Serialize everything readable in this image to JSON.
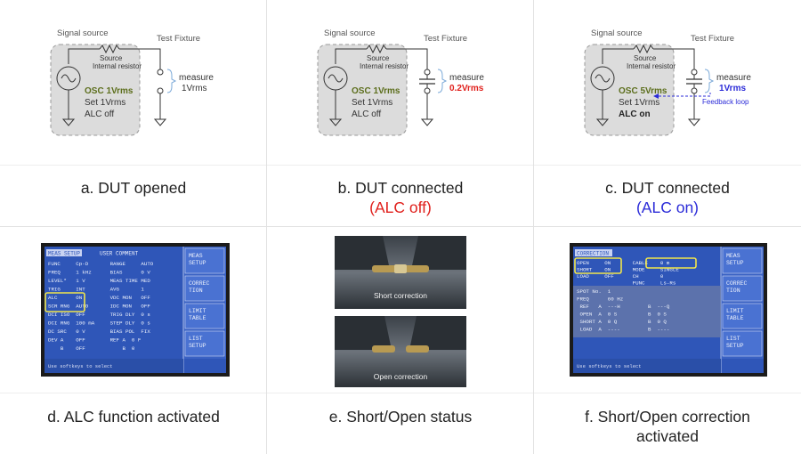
{
  "panels": {
    "a": {
      "caption": "a. DUT opened",
      "signal_source": "Signal source",
      "test_fixture": "Test Fixture",
      "source_label": "Source",
      "internal_resistor": "Internal resistor",
      "osc": "OSC 1Vrms",
      "set": "Set 1Vrms",
      "alc": "ALC off",
      "measure": "measure",
      "measure_value": "1Vrms"
    },
    "b": {
      "caption": "b. DUT connected",
      "caption_sub": "(ALC off)",
      "signal_source": "Signal source",
      "test_fixture": "Test Fixture",
      "source_label": "Source",
      "internal_resistor": "Internal resistor",
      "osc": "OSC 1Vrms",
      "set": "Set 1Vrms",
      "alc": "ALC off",
      "measure": "measure",
      "measure_value": "0.2Vrms"
    },
    "c": {
      "caption": "c. DUT connected",
      "caption_sub": "(ALC on)",
      "signal_source": "Signal source",
      "test_fixture": "Test Fixture",
      "source_label": "Source",
      "internal_resistor": "Internal resistor",
      "osc": "OSC 5Vrms",
      "set": "Set 1Vrms",
      "alc": "ALC on",
      "measure": "measure",
      "measure_value": "1Vrms",
      "feedback": "Feedback loop"
    },
    "d": {
      "caption": "d. ALC function activated",
      "tab": "MEAS SETUP",
      "title": "USER COMMENT",
      "rows": [
        "FUNC     Cp-D       RANGE     AUTO",
        "FREQ     1 kHz      BIAS      0 V",
        "LEVEL*   1 V        MEAS TIME MED",
        "TRIG     INT        AVG       1",
        "ALC      ON         VDC MON   OFF",
        "SCR RNG  AUTO       IDC MON   OFF",
        "DCI ISO  OFF        TRIG DLY  0 s",
        "DCI RNG  100 mA     STEP DLY  0 s",
        "DC SRC   0 V        BIAS POL  FIX",
        "DEV A    OFF        REF A  0 F",
        "    B    OFF            B  0"
      ],
      "footer": "Use softkeys to select",
      "softkeys": [
        "MEAS SETUP",
        "CORREC TION",
        "LIMIT TABLE",
        "LIST SETUP"
      ]
    },
    "e": {
      "caption": "e. Short/Open status",
      "short_label": "Short correction",
      "open_label": "Open correction"
    },
    "f": {
      "caption": "f. Short/Open correction activated",
      "tab": "CORRECTION",
      "rows_top": [
        "OPEN     ON       CABLE    0 m",
        "SHORT    ON       MODE     SINGLE",
        "LOAD     OFF      CH       0",
        "                  FUNC     Ls-Rs"
      ],
      "rows_bottom": [
        "SPOT No.  1",
        "FREQ      60 Hz",
        " REF   A  ---H         B  ---Q",
        " OPEN  A  0 S          B  0 S",
        " SHORT A  0 Q          B  0 Q",
        " LOAD  A  ----         B  ----"
      ],
      "footer": "Use softkeys to select",
      "softkeys": [
        "MEAS SETUP",
        "CORREC TION",
        "LIMIT TABLE",
        "LIST SETUP"
      ]
    }
  },
  "colors": {
    "red": "#e0201c",
    "blue": "#2b2bd8",
    "osc_green": "#5c6e1c",
    "box_fill": "#dcdcdc",
    "screen_blue": "#2f56b8",
    "highlight": "#f2e64a"
  }
}
